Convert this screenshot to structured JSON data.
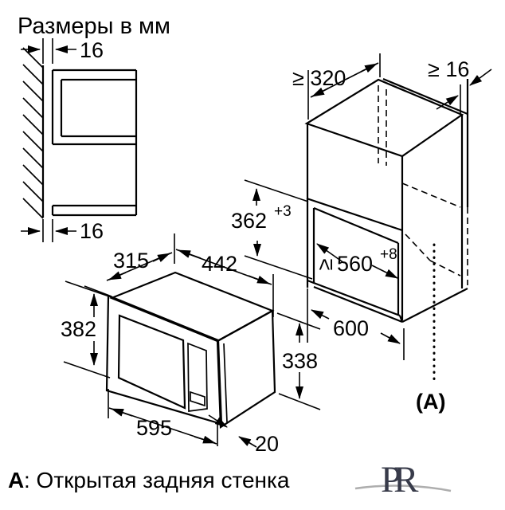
{
  "title": "Размеры в мм",
  "dims": {
    "wall_gap_top": "16",
    "wall_gap_bottom": "16",
    "top_clearance": "≥ 320",
    "rear_wall_gap": "≥ 16",
    "niche_height": "362",
    "niche_height_tol": "+3",
    "niche_width_prefix": "≥",
    "niche_width": "560",
    "niche_width_tol": "+8",
    "cabinet_depth": "600",
    "mw_depth": "315",
    "mw_body_width": "442",
    "mw_height": "382",
    "mw_body_height": "338",
    "mw_front_width": "595",
    "mw_frame_overhang": "20"
  },
  "annotation": {
    "back_wall_marker": "(A)"
  },
  "caption": {
    "key": "A",
    "text": ": Открытая задняя стенка"
  },
  "watermark": {
    "text": "PR"
  },
  "colors": {
    "line": "#000000",
    "background": "#ffffff",
    "watermark": "#383b4a"
  }
}
